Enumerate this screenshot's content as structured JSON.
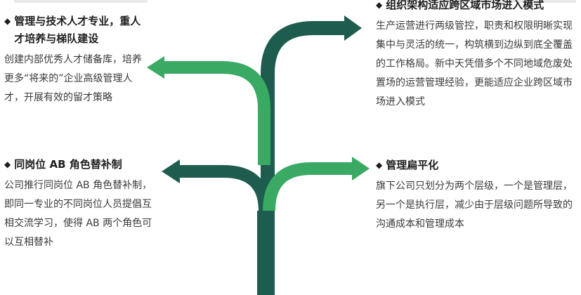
{
  "colors": {
    "dark_green": "#1d5c4e",
    "light_green": "#3aa964",
    "grey": "#e5e5e5"
  },
  "blocks": {
    "top_left": {
      "bullet": "◆",
      "heading": "管理与技术人才专业，重人才培养与梯队建设",
      "body": "创建内部优秀人才储备库，培养更多“将来的”企业高级管理人才，开展有效的留才策略"
    },
    "top_right": {
      "bullet": "◆",
      "heading": "组织架构适应跨区域市场进入模式",
      "body": "生产运营进行两级管控，职责和权限明晰实现集中与灵活的统一，构筑横到边纵到底全覆盖的工作格局。新中天凭借多个不同地域危废处置场的运营管理经验，更能适应企业跨区域市场进入模式"
    },
    "bottom_left": {
      "bullet": "◆",
      "heading": "同岗位 AB 角色替补制",
      "body": "公司推行同岗位 AB 角色替补制，即同一专业的不同岗位人员提倡互相交流学习，使得 AB 两个角色可以互相替补"
    },
    "bottom_right": {
      "bullet": "◆",
      "heading": "管理扁平化",
      "body": "旗下公司只划分为两个层级，一个是管理层，另一个是执行层，减少由于层级问题所导致的沟通成本和管理成本"
    }
  }
}
